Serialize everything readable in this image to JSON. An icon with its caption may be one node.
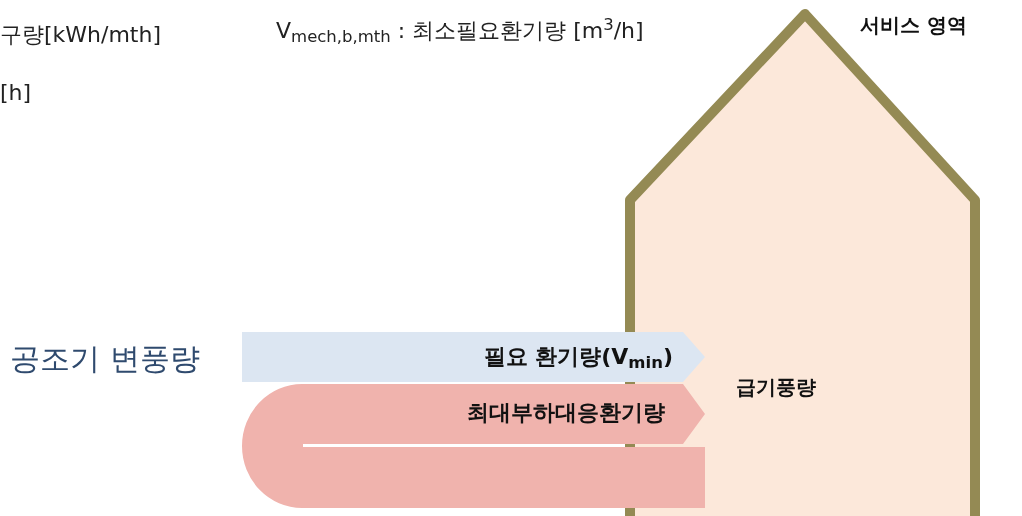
{
  "diagram": {
    "nodes": [
      {
        "text": [
          "서비스 영역",
          "급기풍량"
        ]
      },
      {
        "text": [
          "필요 환기량(V$_{min}$)"
        ]
      },
      {
        "text": [
          "최대부하대응환기량"
        ]
      }
    ],
    "edges": [],
    "labels": [
      "구량[kWh/mth]",
      "[h]",
      "V$_{mech,b,mth}$ : 최소필요환기량 [m$^{3}$/h]",
      "공조기 변풍량"
    ]
  }
}
